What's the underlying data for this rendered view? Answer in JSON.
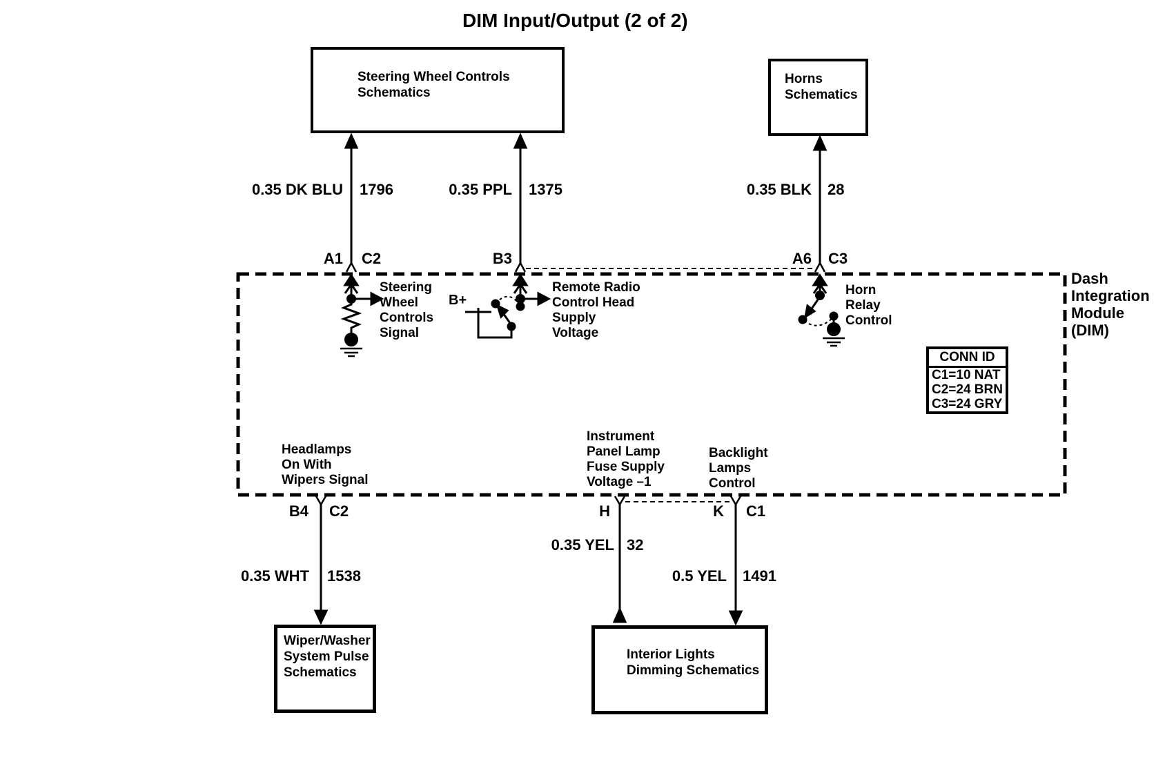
{
  "title": "DIM Input/Output (2 of 2)",
  "module_label": {
    "lines": [
      "Dash",
      "Integration",
      "Module",
      "(DIM)"
    ]
  },
  "schematic_boxes": {
    "steering": {
      "lines": [
        "Steering Wheel Controls",
        "Schematics"
      ]
    },
    "horns": {
      "lines": [
        "Horns",
        "Schematics"
      ]
    },
    "wiper": {
      "lines": [
        "Wiper/Washer",
        "System Pulse",
        "Schematics"
      ]
    },
    "interior": {
      "lines": [
        "Interior Lights",
        "Dimming Schematics"
      ]
    }
  },
  "wires": {
    "dk_blu": {
      "spec": "0.35 DK BLU",
      "circuit": "1796",
      "pin": "A1",
      "conn": "C2"
    },
    "ppl": {
      "spec": "0.35 PPL",
      "circuit": "1375",
      "pin": "B3",
      "conn": ""
    },
    "blk": {
      "spec": "0.35 BLK",
      "circuit": "28",
      "pin": "A6",
      "conn": "C3"
    },
    "wht": {
      "spec": "0.35 WHT",
      "circuit": "1538",
      "pin": "B4",
      "conn": "C2"
    },
    "yel_32": {
      "spec": "0.35 YEL",
      "circuit": "32",
      "pin": "H",
      "conn": ""
    },
    "yel_1491": {
      "spec": "0.5 YEL",
      "circuit": "1491",
      "pin": "K",
      "conn": "C1"
    }
  },
  "signals": {
    "steering": {
      "lines": [
        "Steering",
        "Wheel",
        "Controls",
        "Signal"
      ]
    },
    "radio": {
      "lines": [
        "Remote Radio",
        "Control Head",
        "Supply",
        "Voltage"
      ]
    },
    "horn": {
      "lines": [
        "Horn",
        "Relay",
        "Control"
      ]
    },
    "headlamps": {
      "lines": [
        "Headlamps",
        "On With",
        "Wipers Signal"
      ]
    },
    "instrument": {
      "lines": [
        "Instrument",
        "Panel Lamp",
        "Fuse Supply",
        "Voltage –1"
      ]
    },
    "backlight": {
      "lines": [
        "Backlight",
        "Lamps",
        "Control"
      ]
    }
  },
  "b_plus_label": "B+",
  "conn_id_table": {
    "header": "CONN ID",
    "rows": [
      "C1=10 NAT",
      "C2=24 BRN",
      "C3=24 GRY"
    ]
  },
  "colors": {
    "line": "#000000",
    "background": "#ffffff"
  }
}
